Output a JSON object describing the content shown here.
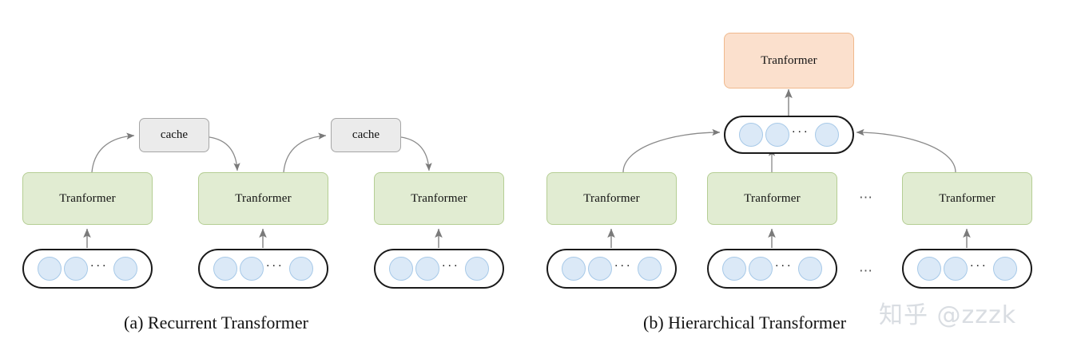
{
  "figure": {
    "title_a": "(a)  Recurrent Transformer",
    "title_b": "(b)  Hierarchical Transformer",
    "watermark": "知乎 @zzzk",
    "ellipsis": "⋯"
  },
  "labels": {
    "transformer": "Tranformer",
    "cache": "cache",
    "token_ellipsis": "···"
  },
  "colors": {
    "green_fill": "#e1ecd2",
    "green_stroke": "#b5ce94",
    "orange_fill": "#fbe0cd",
    "orange_stroke": "#f0b98d",
    "cache_fill": "#ebebeb",
    "cache_stroke": "#a6a6a6",
    "token_fill": "#dbe9f7",
    "token_stroke": "#a7c9e8",
    "capsule_stroke": "#1a1a1a",
    "arrow": "#7a7a7a",
    "watermark": "#d9dde2"
  },
  "panel_a": {
    "name": "Recurrent Transformer",
    "transformers": [
      {
        "label": "Tranformer"
      },
      {
        "label": "Tranformer"
      },
      {
        "label": "Tranformer"
      }
    ],
    "caches": [
      {
        "label": "cache"
      },
      {
        "label": "cache"
      }
    ],
    "token_groups": [
      {
        "tokens": 3,
        "has_ellipsis": true
      },
      {
        "tokens": 3,
        "has_ellipsis": true
      },
      {
        "tokens": 3,
        "has_ellipsis": true
      }
    ]
  },
  "panel_b": {
    "name": "Hierarchical Transformer",
    "top_transformer": {
      "label": "Tranformer"
    },
    "summary_tokens": {
      "tokens": 3,
      "has_ellipsis": true
    },
    "transformers": [
      {
        "label": "Tranformer"
      },
      {
        "label": "Tranformer"
      },
      {
        "label": "Tranformer"
      }
    ],
    "token_groups": [
      {
        "tokens": 3,
        "has_ellipsis": true
      },
      {
        "tokens": 3,
        "has_ellipsis": true
      },
      {
        "tokens": 3,
        "has_ellipsis": true
      }
    ],
    "between_ellipsis": "⋯"
  }
}
